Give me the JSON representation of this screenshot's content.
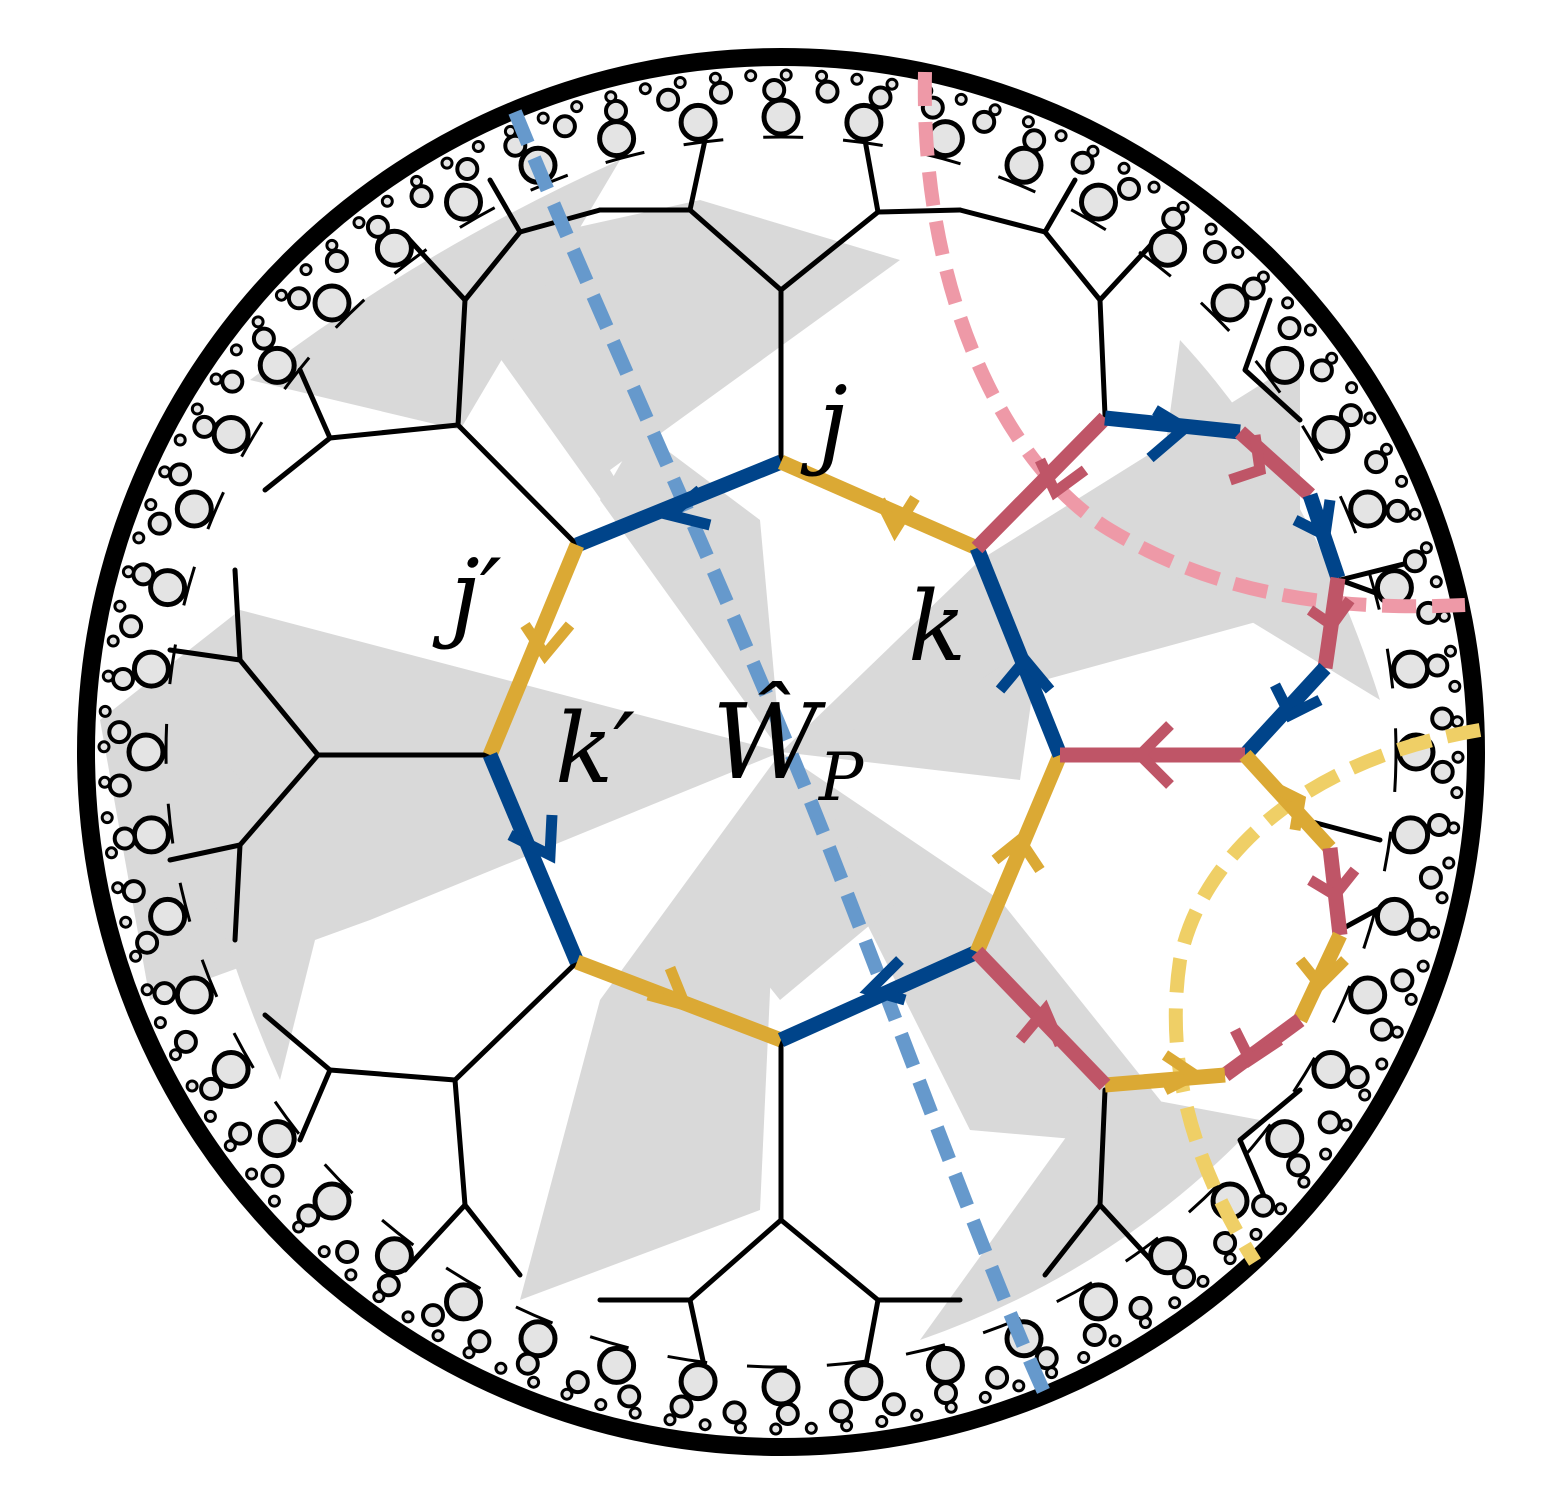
{
  "figure": {
    "labels": {
      "j": "j",
      "j_prime": "j′",
      "k": "k",
      "k_prime": "k′",
      "plaquette_operator": "Ŵ",
      "plaquette_subscript": "P"
    },
    "colors": {
      "background": "#ffffff",
      "tile_shade": "#d9d9d9",
      "lattice": "#000000",
      "blue": "#00448a",
      "yellow": "#dba934",
      "red": "#bf5567",
      "dashed_blue": "#6699cc",
      "dashed_pink": "#ee99a7",
      "dashed_yellow": "#efcf66"
    }
  }
}
